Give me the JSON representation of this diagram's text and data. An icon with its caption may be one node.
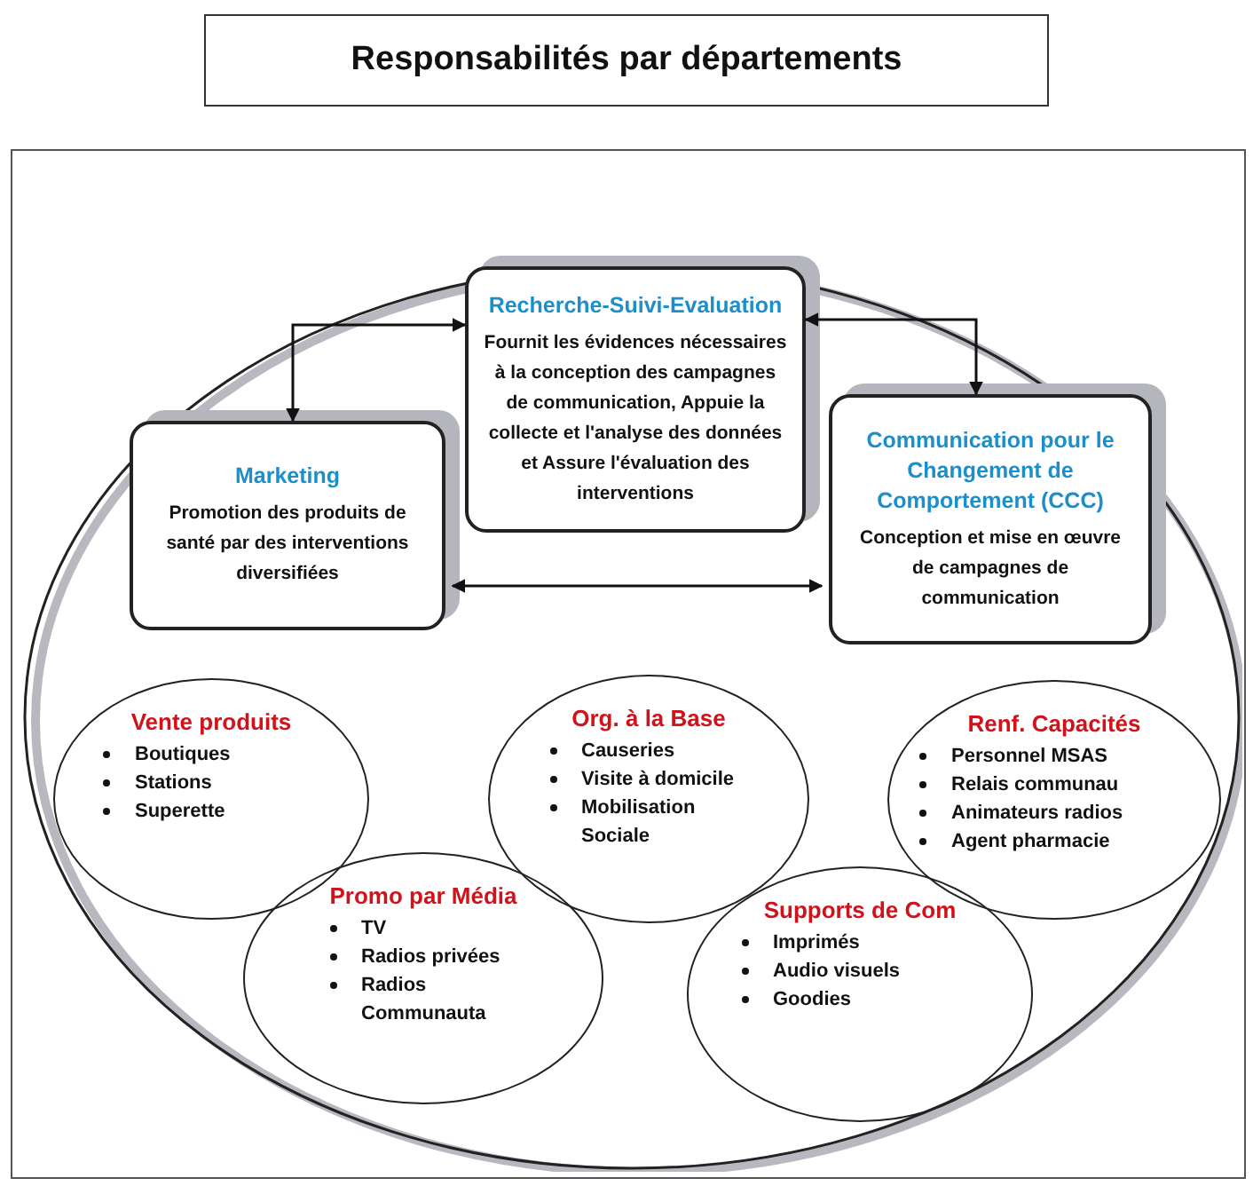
{
  "diagram": {
    "title": "Responsabilités par départements",
    "nodes": [
      {
        "text": [],
        "shape": "circle"
      },
      {
        "text": [
          "Recherche-Suivi-Evaluation",
          "Fournit les évidences nécessaires à la conception des campagnes de communication, Appuie la collecte et l'analyse des données et Assure l'évaluation des interventions"
        ],
        "in": 0
      },
      {
        "text": [
          "Marketing",
          "Promotion des produits de santé par des interventions diversifiées"
        ],
        "in": 0
      },
      {
        "text": [
          "Communication pour le Changement de Comportement (CCC)",
          "Conception et mise en œuvre de campagnes de communication"
        ],
        "in": 0
      },
      {
        "text": [
          "Vente produits",
          "Boutiques",
          "Stations",
          "Superette"
        ],
        "in": 0
      },
      {
        "text": [
          "Org. à la Base",
          "Causeries",
          "Visite à domicile",
          "Mobilisation Sociale"
        ],
        "in": 0
      },
      {
        "text": [
          "Renf. Capacités",
          "Personnel MSAS",
          "Relais communau",
          "Animateurs radios",
          "Agent pharmacie"
        ],
        "in": 0
      },
      {
        "text": [
          "Promo par Média",
          "TV",
          "Radios privées",
          "Radios Communauta"
        ],
        "in": 0
      },
      {
        "text": [
          "Supports de Com",
          "Imprimés",
          "Audio visuels",
          "Goodies"
        ],
        "in": 0
      }
    ],
    "edges": [
      {
        "from": 1,
        "to": 2,
        "arrow": "both"
      },
      {
        "from": 1,
        "to": 3,
        "arrow": "both"
      },
      {
        "from": 2,
        "to": 3,
        "arrow": "both"
      }
    ]
  }
}
